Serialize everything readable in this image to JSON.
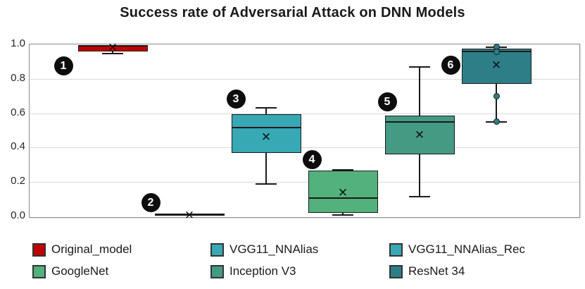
{
  "chart_data": {
    "type": "boxplot",
    "title": "Success rate of Adversarial Attack on DNN Models",
    "xlabel": "",
    "ylabel": "",
    "ylim": [
      0.0,
      1.0
    ],
    "yticks": [
      "1.0",
      "0.8",
      "0.6",
      "0.4",
      "0.2",
      "0.0"
    ],
    "grid": true,
    "legend_position": "bottom",
    "series": [
      {
        "name": "Original_model",
        "badge": "1",
        "color": "#c00000",
        "q1": 0.96,
        "median": 0.99,
        "q3": 0.995,
        "mean": 0.985,
        "whisker_low": 0.945,
        "whisker_high": 0.995,
        "points": []
      },
      {
        "name": "VGG11_NNAlias",
        "badge": "2",
        "color": "#38a8b5",
        "q1": 0.005,
        "median": 0.01,
        "q3": 0.015,
        "mean": 0.01,
        "whisker_low": 0.005,
        "whisker_high": 0.015,
        "points": []
      },
      {
        "name": "VGG11_NNAlias_Rec",
        "badge": "3",
        "color": "#38a8b5",
        "q1": 0.37,
        "median": 0.515,
        "q3": 0.595,
        "mean": 0.465,
        "whisker_low": 0.19,
        "whisker_high": 0.63,
        "points": []
      },
      {
        "name": "GoogleNet",
        "badge": "4",
        "color": "#52b17c",
        "q1": 0.02,
        "median": 0.105,
        "q3": 0.265,
        "mean": 0.14,
        "whisker_low": 0.01,
        "whisker_high": 0.27,
        "points": []
      },
      {
        "name": "Inception V3",
        "badge": "5",
        "color": "#449a82",
        "q1": 0.36,
        "median": 0.55,
        "q3": 0.585,
        "mean": 0.475,
        "whisker_low": 0.115,
        "whisker_high": 0.87,
        "points": []
      },
      {
        "name": "ResNet 34",
        "badge": "6",
        "color": "#2e7e88",
        "q1": 0.77,
        "median": 0.96,
        "q3": 0.975,
        "mean": 0.88,
        "whisker_low": 0.55,
        "whisker_high": 0.985,
        "points": [
          0.985,
          0.955,
          0.7,
          0.55
        ]
      }
    ],
    "mean_marker": "×"
  }
}
